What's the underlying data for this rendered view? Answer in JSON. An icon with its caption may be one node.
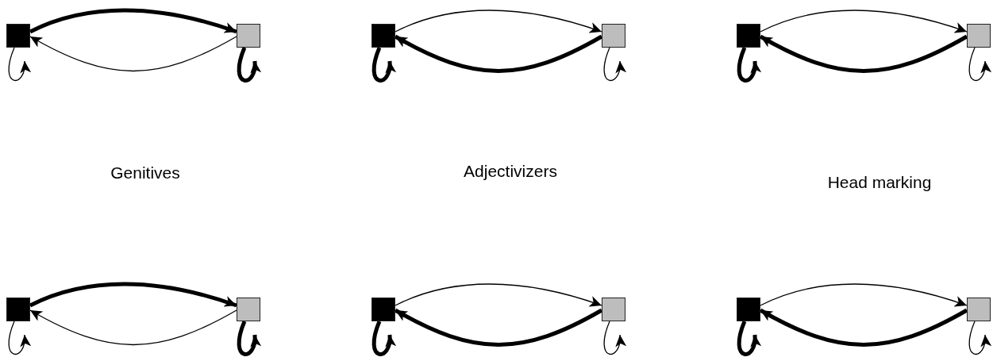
{
  "diagram": {
    "nodes": [
      {
        "text": [],
        "shape": "box"
      },
      {
        "text": [],
        "shape": "box"
      },
      {
        "text": [],
        "shape": "box"
      },
      {
        "text": [],
        "shape": "box"
      },
      {
        "text": [],
        "shape": "box"
      },
      {
        "text": [],
        "shape": "box"
      },
      {
        "text": [],
        "shape": "box"
      },
      {
        "text": [],
        "shape": "box"
      },
      {
        "text": [],
        "shape": "box"
      },
      {
        "text": [],
        "shape": "box"
      },
      {
        "text": [],
        "shape": "box"
      },
      {
        "text": [],
        "shape": "box"
      }
    ],
    "edges": [
      {
        "from": 0,
        "to": 1,
        "arrow": "to",
        "style": "thick"
      },
      {
        "from": 1,
        "to": 0,
        "arrow": "to"
      },
      {
        "from": 0,
        "to": 0,
        "arrow": "to"
      },
      {
        "from": 1,
        "to": 1,
        "arrow": "to",
        "style": "thick"
      },
      {
        "from": 2,
        "to": 3,
        "arrow": "to"
      },
      {
        "from": 3,
        "to": 2,
        "arrow": "to",
        "style": "thick"
      },
      {
        "from": 2,
        "to": 2,
        "arrow": "to",
        "style": "thick"
      },
      {
        "from": 3,
        "to": 3,
        "arrow": "to"
      },
      {
        "from": 4,
        "to": 5,
        "arrow": "to"
      },
      {
        "from": 5,
        "to": 4,
        "arrow": "to",
        "style": "thick"
      },
      {
        "from": 4,
        "to": 4,
        "arrow": "to",
        "style": "thick"
      },
      {
        "from": 5,
        "to": 5,
        "arrow": "to"
      },
      {
        "from": 6,
        "to": 7,
        "arrow": "to",
        "style": "thick"
      },
      {
        "from": 7,
        "to": 6,
        "arrow": "to"
      },
      {
        "from": 6,
        "to": 6,
        "arrow": "to"
      },
      {
        "from": 7,
        "to": 7,
        "arrow": "to",
        "style": "thick"
      },
      {
        "from": 8,
        "to": 9,
        "arrow": "to"
      },
      {
        "from": 9,
        "to": 8,
        "arrow": "to",
        "style": "thick"
      },
      {
        "from": 8,
        "to": 8,
        "arrow": "to",
        "style": "thick"
      },
      {
        "from": 9,
        "to": 9,
        "arrow": "to"
      },
      {
        "from": 10,
        "to": 11,
        "arrow": "to"
      },
      {
        "from": 11,
        "to": 10,
        "arrow": "to",
        "style": "thick"
      },
      {
        "from": 10,
        "to": 10,
        "arrow": "to",
        "style": "thick"
      },
      {
        "from": 11,
        "to": 11,
        "arrow": "to"
      }
    ],
    "labels": [
      "Genitives",
      "Adjectivizers",
      "Head marking"
    ]
  }
}
